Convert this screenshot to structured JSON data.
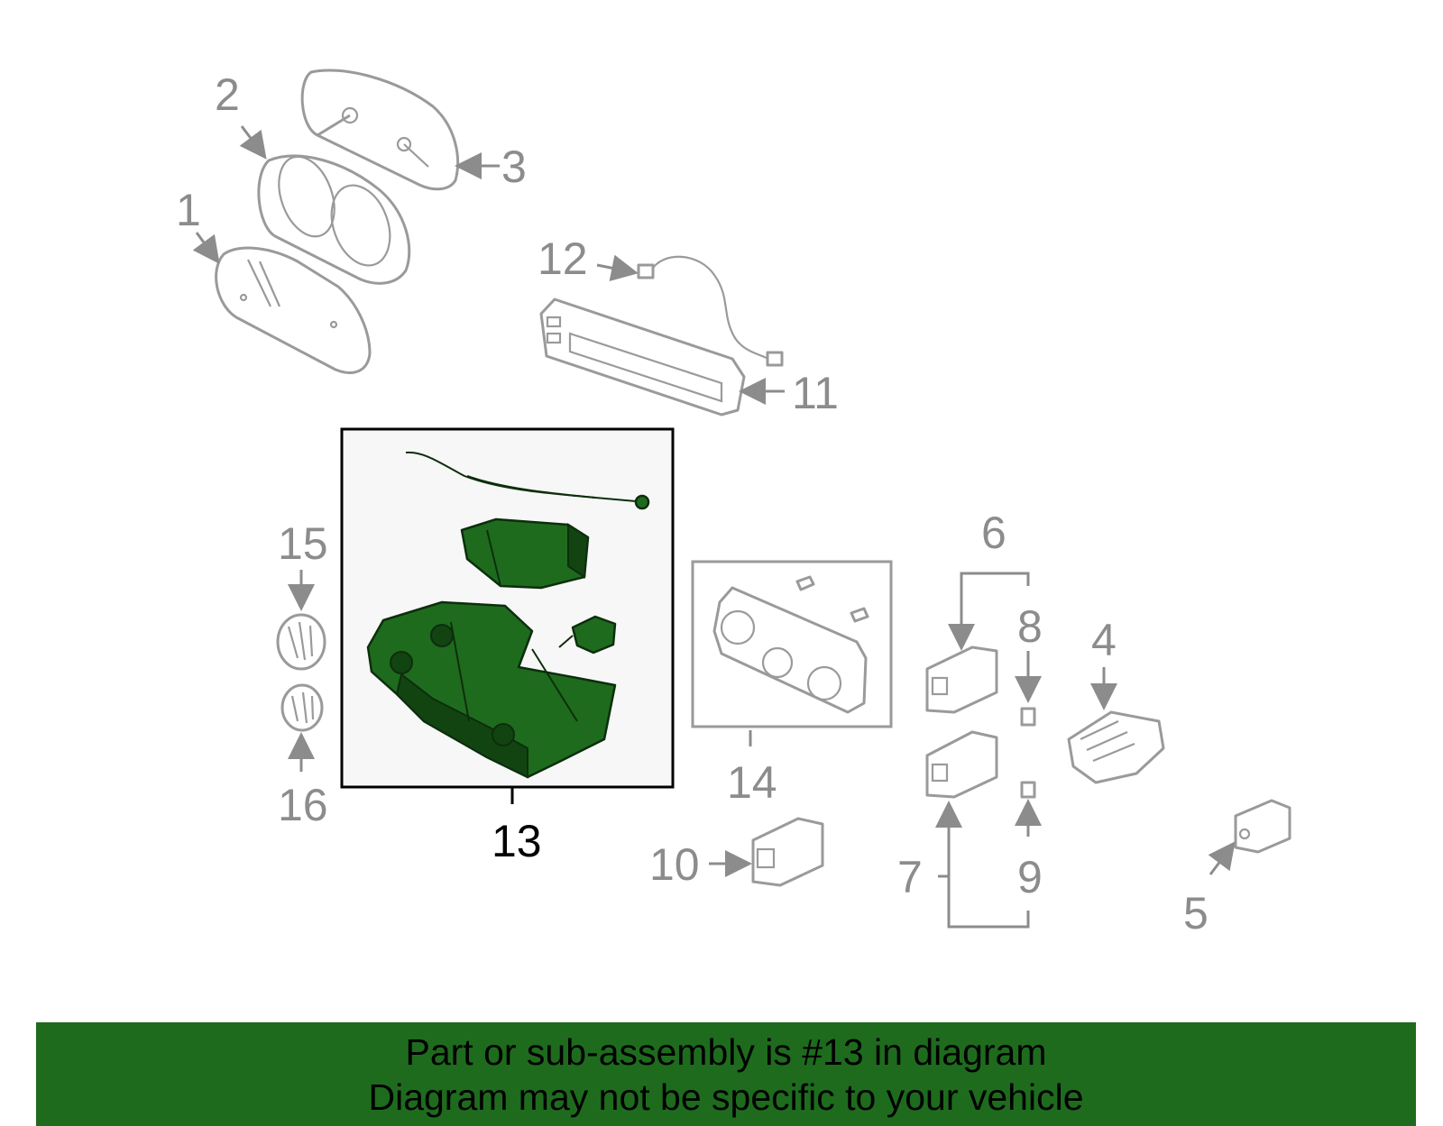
{
  "diagram": {
    "callouts": [
      "1",
      "2",
      "3",
      "4",
      "5",
      "6",
      "7",
      "8",
      "9",
      "10",
      "11",
      "12",
      "13",
      "14",
      "15",
      "16"
    ],
    "highlighted_part": "13",
    "colors": {
      "highlight": "#1e6b1e",
      "outline": "#9a9a9a",
      "label": "#8c8c8c",
      "banner": "#1e6b1e"
    }
  },
  "banner": {
    "line1": "Part or sub-assembly is #13 in diagram",
    "line2": "Diagram may not be specific to your vehicle"
  }
}
